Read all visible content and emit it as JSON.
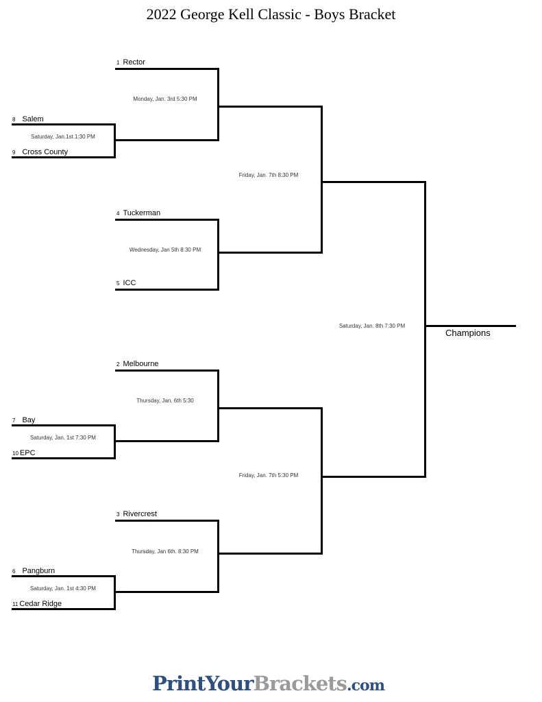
{
  "title": "2022 George Kell Classic - Boys Bracket",
  "teams": [
    {
      "seed": "1",
      "name": "Rector"
    },
    {
      "seed": "8",
      "name": "Salem"
    },
    {
      "seed": "9",
      "name": "Cross County"
    },
    {
      "seed": "4",
      "name": "Tuckerman"
    },
    {
      "seed": "5",
      "name": "ICC"
    },
    {
      "seed": "2",
      "name": "Melbourne"
    },
    {
      "seed": "7",
      "name": "Bay"
    },
    {
      "seed": "10",
      "name": "EPC"
    },
    {
      "seed": "3",
      "name": "Rivercrest"
    },
    {
      "seed": "6",
      "name": "Pangburn"
    },
    {
      "seed": "11",
      "name": "Cedar Ridge"
    }
  ],
  "games": [
    "Saturday, Jan.1st 1:30 PM",
    "Monday, Jan. 3rd 5:30 PM",
    "Wednesday, Jan 5th 8:30 PM",
    "Friday, Jan. 7th 8:30 PM",
    "Saturday, Jan. 1st 7:30 PM",
    "Thursday, Jan. 6th 5:30",
    "Saturday, Jan. 1st 4:30 PM",
    "Thursday, Jan 6th. 8:30 PM",
    "Friday, Jan. 7th 5:30 PM",
    "Saturday, Jan. 8th 7:30 PM"
  ],
  "champion_label": "Champions",
  "logo": {
    "part1": "PrintYour",
    "part2": "Brackets",
    "part3": ".com"
  }
}
